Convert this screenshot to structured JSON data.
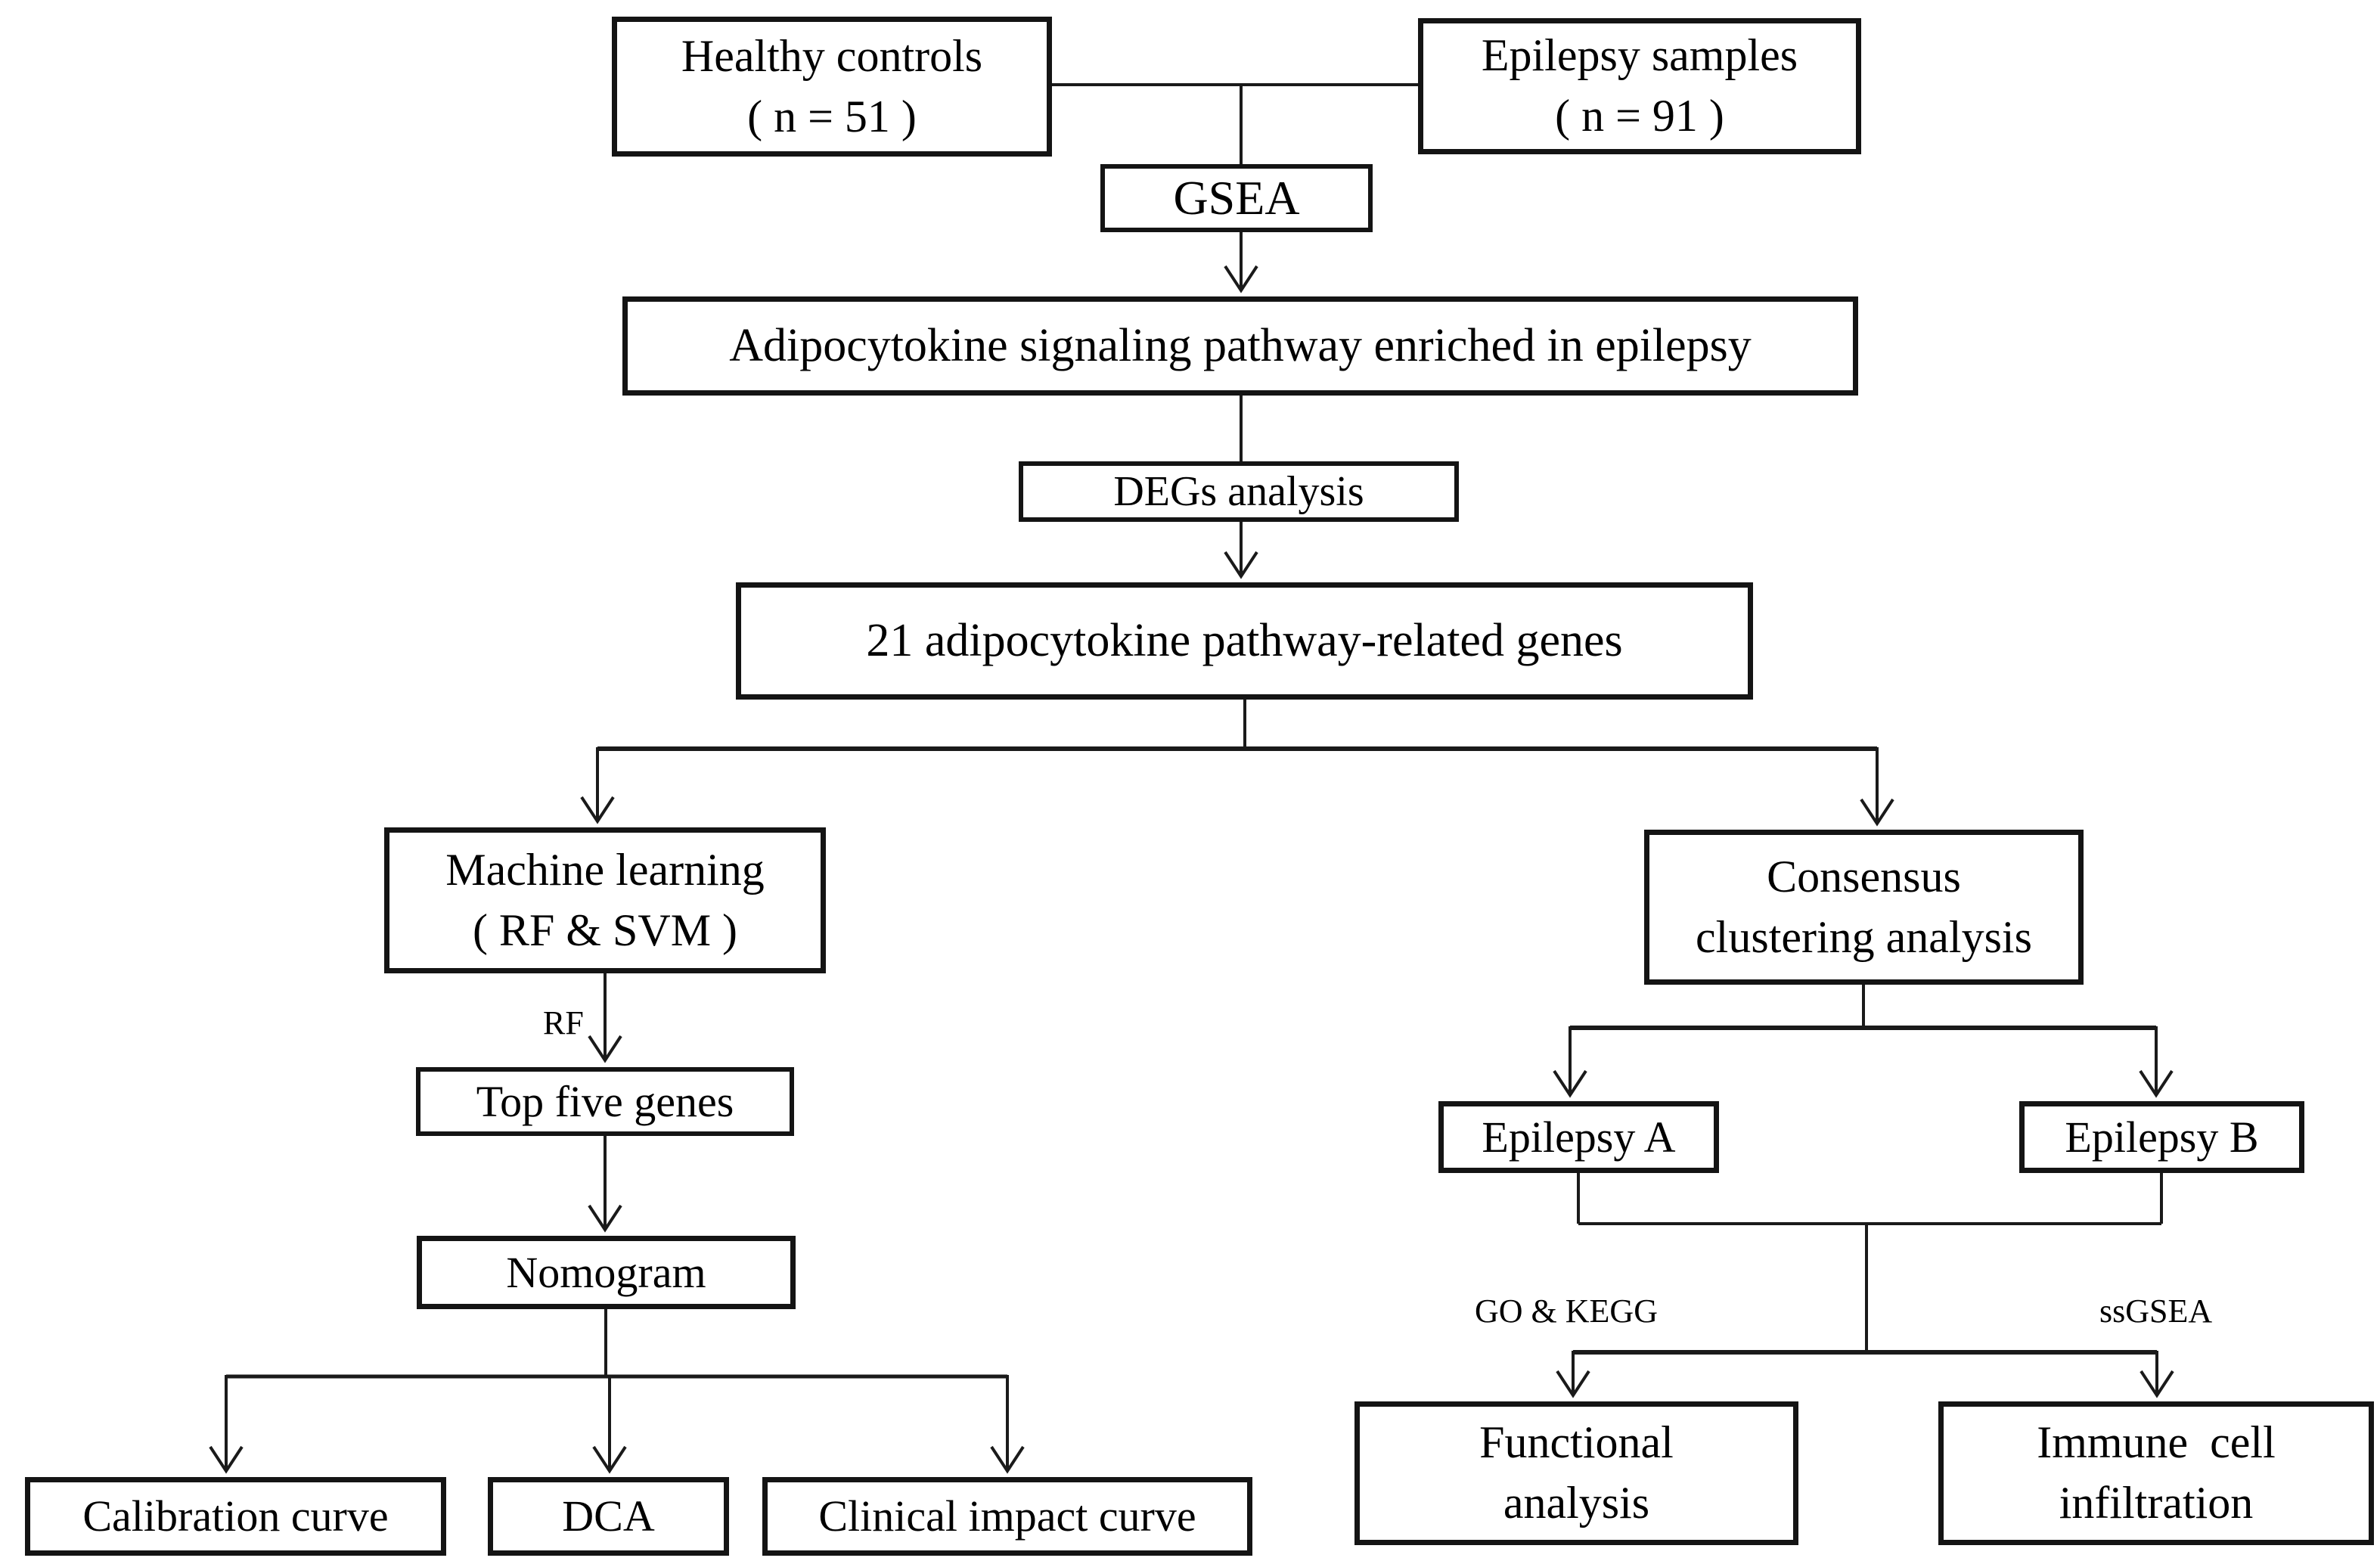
{
  "diagram": {
    "background": "#ffffff",
    "line_color": "#1a1a1a",
    "text_color": "#000000",
    "nodes": {
      "healthy_controls": [
        "Healthy controls",
        "( n = 51 )"
      ],
      "epilepsy_samples": [
        "Epilepsy samples",
        "( n = 91 )"
      ],
      "gsea": [
        "GSEA"
      ],
      "pathway_enriched": [
        "Adipocytokine signaling pathway enriched in epilepsy"
      ],
      "degs_analysis": [
        "DEGs analysis"
      ],
      "pathway_genes": [
        "21 adipocytokine pathway-related genes"
      ],
      "machine_learning": [
        "Machine learning",
        "( RF & SVM )"
      ],
      "top_five_genes": [
        "Top five genes"
      ],
      "nomogram": [
        "Nomogram"
      ],
      "calibration_curve": [
        "Calibration curve"
      ],
      "dca": [
        "DCA"
      ],
      "clinical_impact_curve": [
        "Clinical impact curve"
      ],
      "consensus_clustering": [
        "Consensus",
        "clustering analysis"
      ],
      "epilepsy_a": [
        "Epilepsy A"
      ],
      "epilepsy_b": [
        "Epilepsy B"
      ],
      "functional_analysis": [
        "Functional",
        "analysis"
      ],
      "immune_cell_infiltration": [
        "Immune cell",
        "infiltration"
      ]
    },
    "edge_labels": {
      "rf": "RF",
      "go_kegg": "GO & KEGG",
      "ssgsea": "ssGSEA"
    }
  }
}
